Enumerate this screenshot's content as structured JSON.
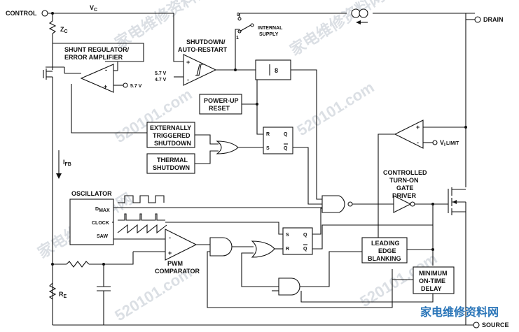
{
  "pins": {
    "control": "CONTROL",
    "drain": "DRAIN",
    "source": "SOURCE"
  },
  "nets": {
    "vc": "V",
    "vc_sub": "C",
    "ifb": "I",
    "ifb_sub": "FB"
  },
  "components": {
    "zc": "Z",
    "zc_sub": "C",
    "re": "R",
    "re_sub": "E"
  },
  "blocks": {
    "shunt_line1": "SHUNT REGULATOR/",
    "shunt_line2": "ERROR AMPLIFIER",
    "shutdown_line1": "SHUTDOWN/",
    "shutdown_line2": "AUTO-RESTART",
    "divider": "8",
    "power_up_line1": "POWER-UP",
    "power_up_line2": "RESET",
    "ext_line1": "EXTERNALLY",
    "ext_line2": "TRIGGERED",
    "ext_line3": "SHUTDOWN",
    "thermal_line1": "THERMAL",
    "thermal_line2": "SHUTDOWN",
    "internal_line1": "INTERNAL",
    "internal_line2": "SUPPLY",
    "oscillator": "OSCILLATOR",
    "dmax": "D",
    "dmax_sub": "MAX",
    "clock": "CLOCK",
    "saw": "SAW",
    "pwm_line1": "PWM",
    "pwm_line2": "COMPARATOR",
    "gate_line1": "CONTROLLED",
    "gate_line2": "TURN-ON",
    "gate_line3": "GATE",
    "gate_line4": "DRIVER",
    "leb_line1": "LEADING",
    "leb_line2": "EDGE",
    "leb_line3": "BLANKING",
    "mot_line1": "MINIMUM",
    "mot_line2": "ON-TIME",
    "mot_line3": "DELAY",
    "vilimit": "V",
    "vilimit_sub": "I",
    "vilimit_sub2": "LIMIT"
  },
  "values": {
    "v57_a": "5.7 V",
    "v47": "4.7 V",
    "v57_b": "5.7 V",
    "switch_0": "0",
    "switch_1": "1"
  },
  "flipflop": {
    "r": "R",
    "s": "S",
    "q": "Q",
    "qbar": "Q"
  },
  "amp_signs": {
    "plus": "+",
    "minus": "-"
  },
  "watermark": {
    "text1": "520101.com",
    "text2": "家电维修资料网",
    "logo": "家电维修资料网"
  }
}
